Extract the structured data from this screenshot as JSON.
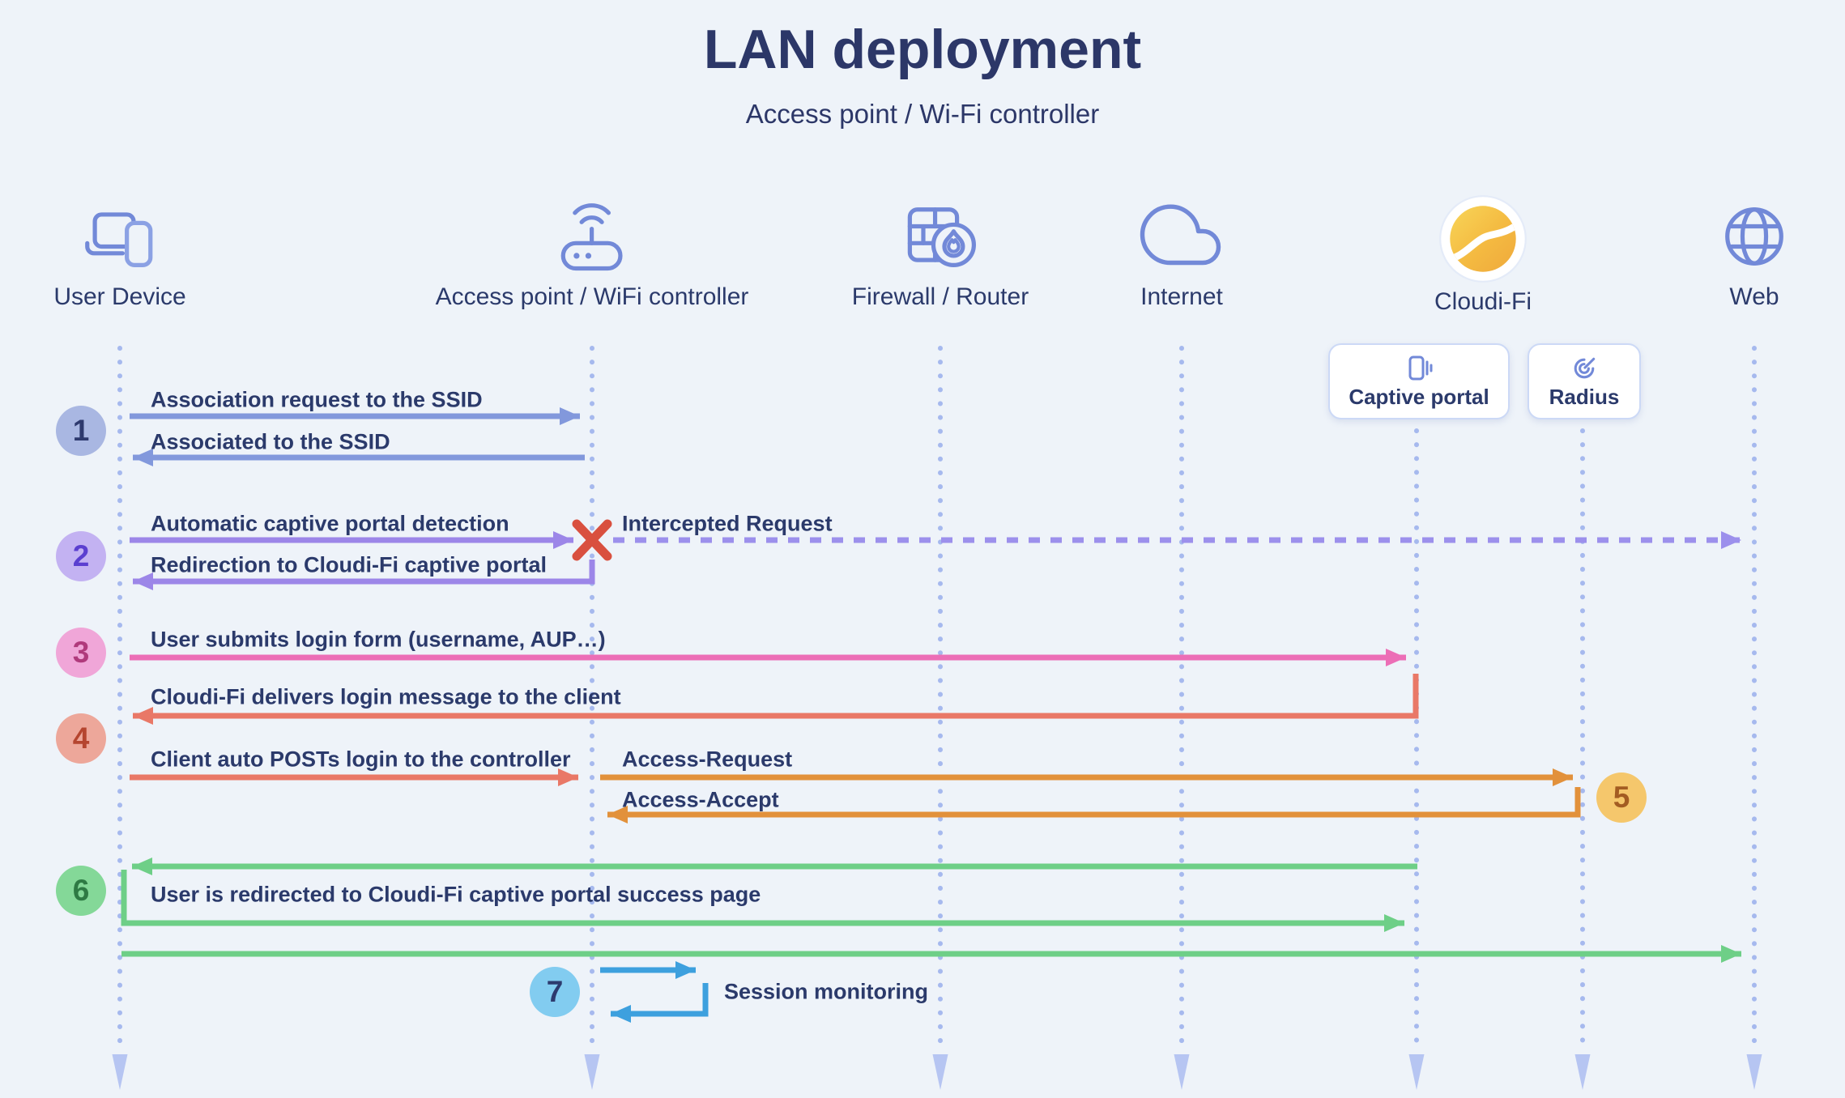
{
  "header": {
    "title": "LAN deployment",
    "subtitle": "Access point / Wi-Fi controller"
  },
  "lanes": [
    {
      "id": "user-device",
      "label": "User Device",
      "icon": "laptop-phone-icon"
    },
    {
      "id": "access-point",
      "label": "Access point / WiFi controller",
      "icon": "wifi-router-icon"
    },
    {
      "id": "firewall-router",
      "label": "Firewall / Router",
      "icon": "firewall-flame-icon"
    },
    {
      "id": "internet",
      "label": "Internet",
      "icon": "cloud-icon"
    },
    {
      "id": "cloudifi",
      "label": "Cloudi-Fi",
      "icon": "cloudifi-logo"
    },
    {
      "id": "web",
      "label": "Web",
      "icon": "globe-icon"
    }
  ],
  "services": [
    {
      "id": "captive-portal",
      "label": "Captive portal",
      "icon": "captive-portal-icon"
    },
    {
      "id": "radius",
      "label": "Radius",
      "icon": "radius-icon"
    }
  ],
  "steps": [
    {
      "number": "1",
      "messages": [
        "Association request to the SSID",
        "Associated to the SSID"
      ]
    },
    {
      "number": "2",
      "messages": [
        "Automatic captive portal detection",
        "Intercepted Request",
        "Redirection to Cloudi-Fi captive portal"
      ]
    },
    {
      "number": "3",
      "messages": [
        "User submits login form (username, AUP…)"
      ]
    },
    {
      "number": "4",
      "messages": [
        "Cloudi-Fi delivers login message to the client",
        "Client auto POSTs login to the controller"
      ]
    },
    {
      "number": "5",
      "messages": [
        "Access-Request",
        "Access-Accept"
      ]
    },
    {
      "number": "6",
      "messages": [
        "User is redirected to Cloudi-Fi captive portal success page"
      ]
    },
    {
      "number": "7",
      "messages": [
        "Session monitoring"
      ]
    }
  ],
  "colors": {
    "background": "#eef3f9",
    "heading_text": "#2c3768",
    "message_text": "#2b3a6b",
    "lane_dots": "#a6b9ee",
    "lane_end_arrow": "#b6c5f2",
    "icon_stroke": "#7289d8",
    "service_box_border": "#ccd9f6",
    "error_x": "#d9503f",
    "cloudifi_logo_gradient": [
      "#f8d558",
      "#efa93c"
    ],
    "step_styles": [
      {
        "step": "1",
        "bubble": "#a9b7e2",
        "number": "#2e3a6e",
        "arrow": "#8298dc"
      },
      {
        "step": "2",
        "bubble": "#c3b2f2",
        "number": "#5b3fd0",
        "arrow": "#9c86e8"
      },
      {
        "step": "3",
        "bubble": "#f0a6d8",
        "number": "#b03a7c",
        "arrow": "#ec6eb6"
      },
      {
        "step": "4",
        "bubble": "#eda79a",
        "number": "#b5452f",
        "arrow": "#e97867"
      },
      {
        "step": "5",
        "bubble": "#f5c76c",
        "number": "#a35c22",
        "arrow": "#e2913b"
      },
      {
        "step": "6",
        "bubble": "#84d898",
        "number": "#2e7a44",
        "arrow": "#6ecf87"
      },
      {
        "step": "7",
        "bubble": "#82ccf0",
        "number": "#2d3a6e",
        "arrow": "#3da0de"
      }
    ]
  }
}
